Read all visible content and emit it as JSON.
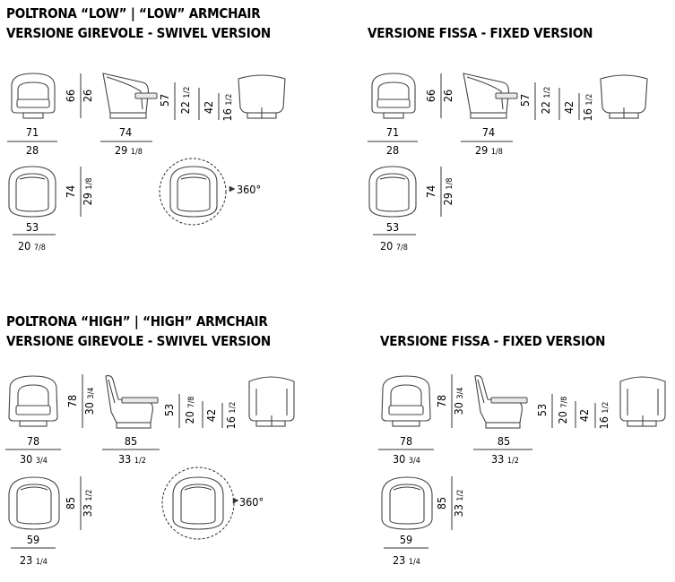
{
  "sections": [
    {
      "title": "POLTRONA “LOW” | “LOW” ARMCHAIR",
      "swivel_label": "VERSIONE GIREVOLE - SWIVEL VERSION",
      "fixed_label": "VERSIONE FISSA - FIXED VERSION",
      "front_width_cm": "71",
      "front_width_in": "28",
      "seat_height_cm": "26",
      "seat_height_in_whole": "",
      "seat_height_in_frac": "",
      "height_cm": "66",
      "side_depth_cm": "74",
      "side_depth_in_whole": "29",
      "side_depth_in_frac": "1/8",
      "side_height_cm": "57",
      "side_height_in_whole": "22",
      "side_height_in_frac": "1/2",
      "back_seat_cm": "42",
      "back_seat_in_whole": "16",
      "back_seat_in_frac": "1/2",
      "top_depth_cm": "74",
      "top_depth_in_whole": "29",
      "top_depth_in_frac": "1/8",
      "top_width_cm": "53",
      "top_width_in_whole": "20",
      "top_width_in_frac": "7/8",
      "rotation": "360°"
    },
    {
      "title": "POLTRONA “HIGH” | “HIGH” ARMCHAIR",
      "swivel_label": "VERSIONE GIREVOLE - SWIVEL VERSION",
      "fixed_label": "VERSIONE FISSA - FIXED VERSION",
      "front_width_cm": "78",
      "front_width_in_whole": "30",
      "front_width_in_frac": "3/4",
      "height_cm": "78",
      "height_in_whole": "30",
      "height_in_frac": "3/4",
      "side_depth_cm": "85",
      "side_depth_in_whole": "33",
      "side_depth_in_frac": "1/2",
      "side_height_cm": "53",
      "side_height_in_whole": "20",
      "side_height_in_frac": "7/8",
      "back_seat_cm": "42",
      "back_seat_in_whole": "16",
      "back_seat_in_frac": "1/2",
      "top_depth_cm": "85",
      "top_depth_in_whole": "33",
      "top_depth_in_frac": "1/2",
      "top_width_cm": "59",
      "top_width_in_whole": "23",
      "top_width_in_frac": "1/4",
      "rotation": "360°"
    }
  ]
}
